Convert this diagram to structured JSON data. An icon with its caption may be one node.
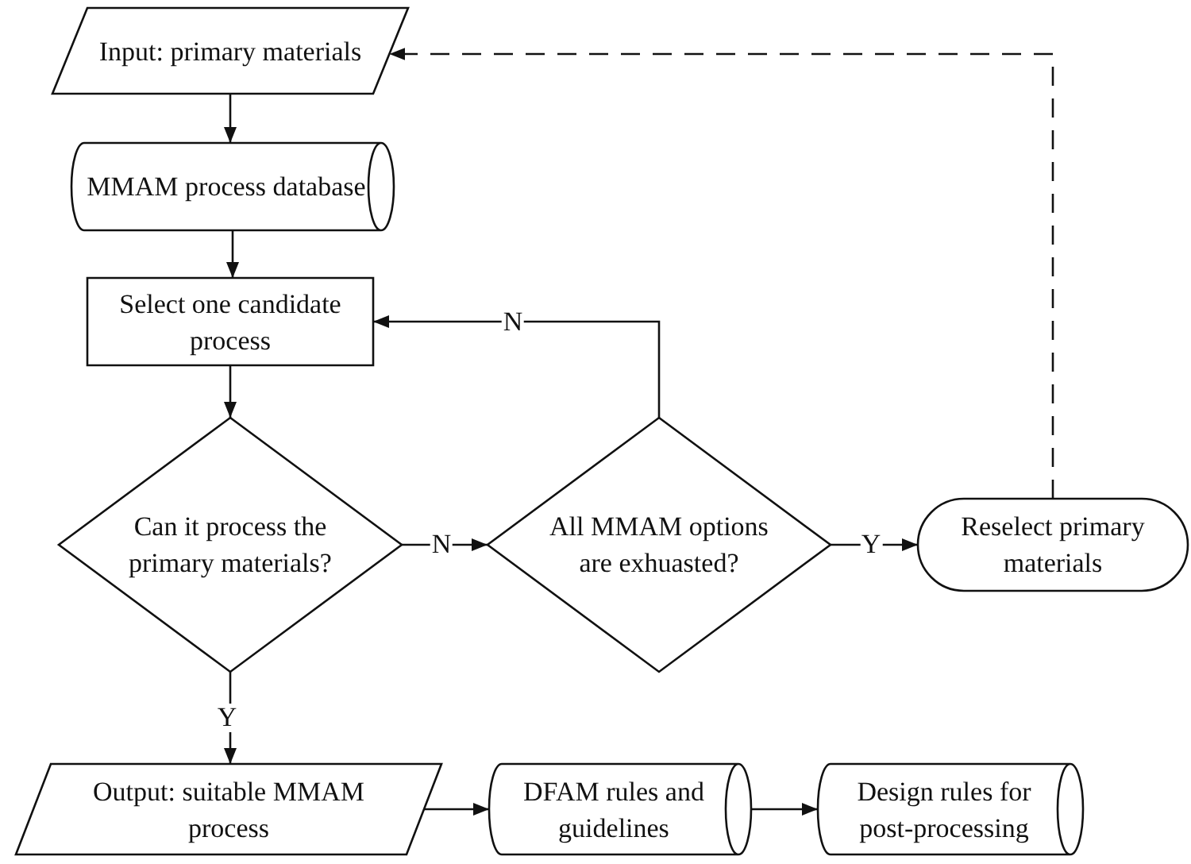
{
  "diagram": {
    "nodes": [
      {
        "text": [
          "Input: primary materials"
        ]
      },
      {
        "text": [
          "MMAM process database"
        ]
      },
      {
        "text": [
          "Select one candidate process"
        ]
      },
      {
        "text": [
          "Can it process the primary materials?"
        ]
      },
      {
        "text": [
          "All MMAM options are exhuasted?"
        ]
      },
      {
        "text": [
          "Reselect primary materials"
        ]
      },
      {
        "text": [
          "Output: suitable MMAM process"
        ]
      },
      {
        "text": [
          "DFAM rules and guidelines"
        ]
      },
      {
        "text": [
          "Design rules for post-processing"
        ]
      }
    ],
    "edges": [
      {
        "from": 0,
        "to": 1,
        "arrow": "to"
      },
      {
        "from": 1,
        "to": 2,
        "arrow": "to"
      },
      {
        "from": 2,
        "to": 3,
        "arrow": "to"
      },
      {
        "from": 3,
        "to": 4,
        "arrow": "to",
        "label": "N"
      },
      {
        "from": 4,
        "to": 2,
        "arrow": "to",
        "label": "N"
      },
      {
        "from": 4,
        "to": 5,
        "arrow": "to",
        "label": "Y"
      },
      {
        "from": 5,
        "to": 0,
        "arrow": "to",
        "style": "dashed"
      },
      {
        "from": 3,
        "to": 6,
        "arrow": "to",
        "label": "Y"
      },
      {
        "from": 6,
        "to": 7,
        "arrow": "to"
      },
      {
        "from": 7,
        "to": 8,
        "arrow": "to"
      }
    ]
  }
}
